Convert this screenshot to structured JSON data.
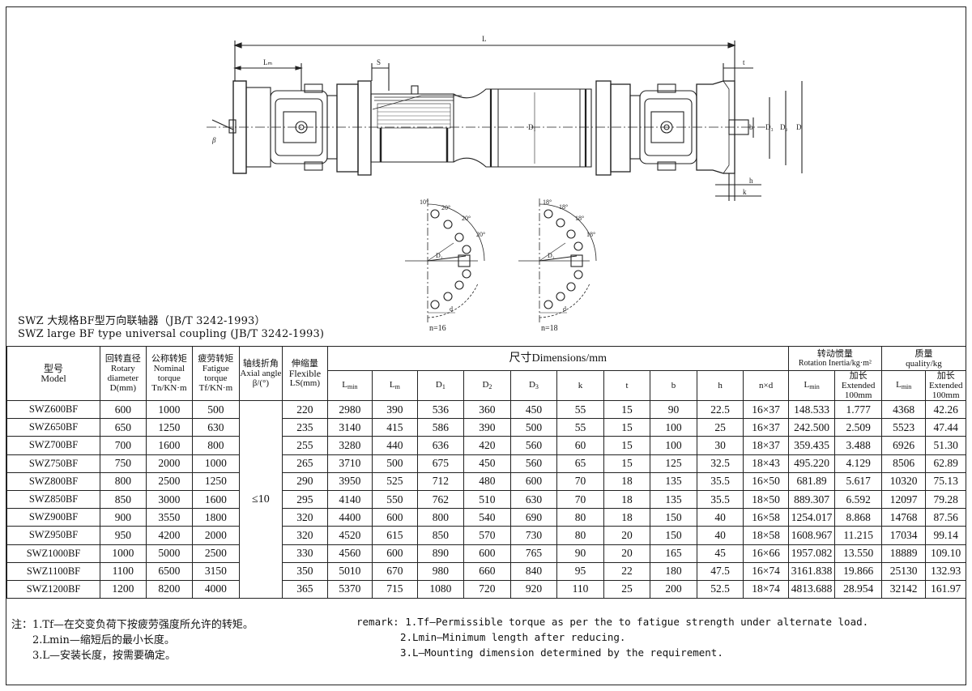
{
  "title_cn": "SWZ 大规格BF型万向联轴器（JB/T 3242-1993）",
  "title_en": "SWZ large BF type universal coupling  (JB/T 3242-1993)",
  "drawing_labels": {
    "L": "L",
    "Lm": "Lₘ",
    "S": "S",
    "t": "t",
    "D1": "D₁",
    "D2": "D₂",
    "D3": "D₃",
    "D": "D",
    "b": "b",
    "h": "h",
    "k": "k",
    "beta": "β",
    "d": "d",
    "n16": "n=16",
    "n18": "n=18",
    "angles16": [
      "10°",
      "20°",
      "20°",
      "20°"
    ],
    "angles18": [
      "18°",
      "18°",
      "18°",
      "18°"
    ]
  },
  "table": {
    "headers": {
      "model_cn": "型号",
      "model_en": "Model",
      "rotary_cn": "回转直径",
      "rotary_en1": "Rotary",
      "rotary_en2": "diameter",
      "rotary_en3": "D(mm)",
      "nominal_cn": "公称转矩",
      "nominal_en1": "Nominal",
      "nominal_en2": "torque",
      "nominal_en3": "Tn/KN·m",
      "fatigue_cn": "疲劳转矩",
      "fatigue_en1": "Fatigue",
      "fatigue_en2": "torque",
      "fatigue_en3": "Tf/KN·m",
      "axial_cn": "轴线折角",
      "axial_en1": "Axial angle",
      "axial_en2": "β/(°)",
      "flex_cn": "伸缩量",
      "flex_en1": "Flexible",
      "flex_en2": "LS(mm)",
      "dims": "尺寸Dimensions/mm",
      "inertia_cn": "转动惯量",
      "inertia_en": "Rotation Inertia/kg·m²",
      "mass_cn": "质量",
      "mass_en": "quality/kg",
      "Lmin": "L",
      "Lmin_sub": "min",
      "Lm": "L",
      "Lm_sub": "m",
      "D1": "D",
      "D1_sub": "1",
      "D2": "D",
      "D2_sub": "2",
      "D3": "D",
      "D3_sub": "3",
      "k": "k",
      "t": "t",
      "b": "b",
      "h": "h",
      "nxd": "n×d",
      "ext_cn": "加长",
      "ext_en1": "Extended",
      "ext_en2": "100mm"
    },
    "axial_angle": "≤10",
    "rows": [
      [
        "SWZ600BF",
        "600",
        "1000",
        "500",
        "220",
        "2980",
        "390",
        "536",
        "360",
        "450",
        "55",
        "15",
        "90",
        "22.5",
        "16×37",
        "148.533",
        "1.777",
        "4368",
        "42.26"
      ],
      [
        "SWZ650BF",
        "650",
        "1250",
        "630",
        "235",
        "3140",
        "415",
        "586",
        "390",
        "500",
        "55",
        "15",
        "100",
        "25",
        "16×37",
        "242.500",
        "2.509",
        "5523",
        "47.44"
      ],
      [
        "SWZ700BF",
        "700",
        "1600",
        "800",
        "255",
        "3280",
        "440",
        "636",
        "420",
        "560",
        "60",
        "15",
        "100",
        "30",
        "18×37",
        "359.435",
        "3.488",
        "6926",
        "51.30"
      ],
      [
        "SWZ750BF",
        "750",
        "2000",
        "1000",
        "265",
        "3710",
        "500",
        "675",
        "450",
        "560",
        "65",
        "15",
        "125",
        "32.5",
        "18×43",
        "495.220",
        "4.129",
        "8506",
        "62.89"
      ],
      [
        "SWZ800BF",
        "800",
        "2500",
        "1250",
        "290",
        "3950",
        "525",
        "712",
        "480",
        "600",
        "70",
        "18",
        "135",
        "35.5",
        "16×50",
        "681.89",
        "5.617",
        "10320",
        "75.13"
      ],
      [
        "SWZ850BF",
        "850",
        "3000",
        "1600",
        "295",
        "4140",
        "550",
        "762",
        "510",
        "630",
        "70",
        "18",
        "135",
        "35.5",
        "18×50",
        "889.307",
        "6.592",
        "12097",
        "79.28"
      ],
      [
        "SWZ900BF",
        "900",
        "3550",
        "1800",
        "320",
        "4400",
        "600",
        "800",
        "540",
        "690",
        "80",
        "18",
        "150",
        "40",
        "16×58",
        "1254.017",
        "8.868",
        "14768",
        "87.56"
      ],
      [
        "SWZ950BF",
        "950",
        "4200",
        "2000",
        "320",
        "4520",
        "615",
        "850",
        "570",
        "730",
        "80",
        "20",
        "150",
        "40",
        "18×58",
        "1608.967",
        "11.215",
        "17034",
        "99.14"
      ],
      [
        "SWZ1000BF",
        "1000",
        "5000",
        "2500",
        "330",
        "4560",
        "600",
        "890",
        "600",
        "765",
        "90",
        "20",
        "165",
        "45",
        "16×66",
        "1957.082",
        "13.550",
        "18889",
        "109.10"
      ],
      [
        "SWZ1100BF",
        "1100",
        "6500",
        "3150",
        "350",
        "5010",
        "670",
        "980",
        "660",
        "840",
        "95",
        "22",
        "180",
        "47.5",
        "16×74",
        "3161.838",
        "19.866",
        "25130",
        "132.93"
      ],
      [
        "SWZ1200BF",
        "1200",
        "8200",
        "4000",
        "365",
        "5370",
        "715",
        "1080",
        "720",
        "920",
        "110",
        "25",
        "200",
        "52.5",
        "18×74",
        "4813.688",
        "28.954",
        "32142",
        "161.97"
      ]
    ]
  },
  "notes_cn": [
    "注：1.Tf—在交变负荷下按疲劳强度所允许的转矩。",
    "2.Lmin—缩短后的最小长度。",
    "3.L—安装长度，按需要确定。"
  ],
  "notes_en": [
    "remark: 1.Tf—Permissible torque as per the to fatigue strength under alternate load.",
    "2.Lmin—Minimum length after reducing.",
    "3.L—Mounting dimension determined by the requirement."
  ]
}
